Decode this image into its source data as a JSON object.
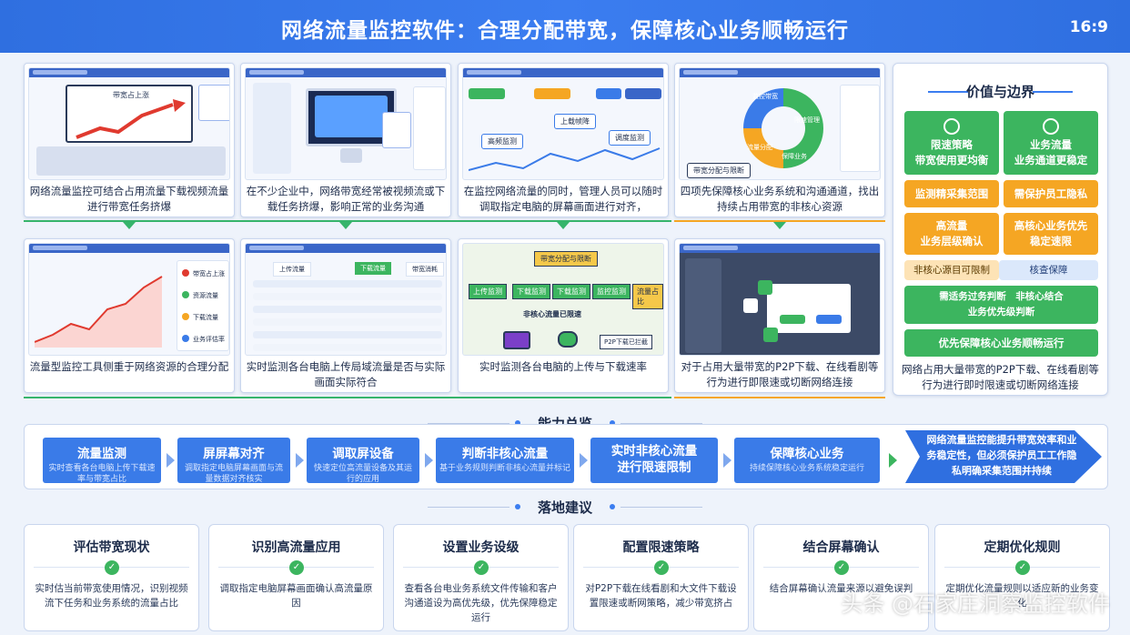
{
  "header": {
    "title": "网络流量监控软件：合理分配带宽，保障核心业务顺畅运行",
    "ratio": "16:9"
  },
  "panels_row1": [
    {
      "caption": "网络流量监控可结合占用流量下载视频流量进行带宽任务挤爆"
    },
    {
      "caption": "在不少企业中，网络带宽经常被视频流或下载任务挤爆，影响正常的业务沟通"
    },
    {
      "caption": "在监控网络流量的同时，管理人员可以随时调取指定电脑的屏幕画面进行对齐，"
    },
    {
      "caption": "四项先保障核心业务系统和沟通通道，找出持续占用带宽的非核心资源"
    }
  ],
  "panels_row1_labels": {
    "p1_screen": "带宽占上涨",
    "p3_tag1": "上载帧降",
    "p3_tag2": "高频监测",
    "p3_tag3": "调度监测",
    "p4_center": "带宽分配与限断",
    "p4_seg1": "监控带宽",
    "p4_seg2": "限速管理",
    "p4_seg3": "保障业务",
    "p4_seg4": "流量分配"
  },
  "panels_row2": [
    {
      "caption": "流量型监控工具侧重于网络资源的合理分配"
    },
    {
      "caption": "实时监测各台电脑上传局域流量是否与实际画面实际符合"
    },
    {
      "caption": "实时监测各台电脑的上传与下载速率"
    },
    {
      "caption": "对于占用大量带宽的P2P下载、在线看剧等行为进行即限速或切断网络连接"
    }
  ],
  "panels_row2_labels": {
    "p5_legend": [
      "带宽占上涨",
      "资源流量",
      "下载流量",
      "业务评估率"
    ],
    "p6_tabs": [
      "上传流量",
      "下载流量",
      "带宽消耗"
    ],
    "p7_top": "带宽分配与限断",
    "p7_boxes": [
      "上传监测",
      "下载监测",
      "下载监测",
      "监控监测",
      "流量占比"
    ],
    "p7_mid": "非核心流量已限速",
    "p7_p2p": "P2P下载已拦截"
  },
  "value_panel": {
    "title": "价值与边界",
    "tiles": [
      {
        "label": "限速策略\n带宽使用更均衡"
      },
      {
        "label": "业务流量\n业务通道更稳定"
      },
      {
        "label": "监测精采集范围"
      },
      {
        "label": "需保护员工隐私"
      },
      {
        "label": "高流量\n业务层级确认"
      },
      {
        "label": "高核心业务优先\n稳定速限"
      },
      {
        "label": "非核心源目可限制"
      },
      {
        "label": "核查保障"
      },
      {
        "label": "需适务过务判断　非核心结合\n业务优先级判断"
      },
      {
        "label": "优先保障核心业务顺畅运行"
      }
    ],
    "caption": "网络占用大量带宽的P2P下载、在线看剧等行为进行即时限速或切断网络连接"
  },
  "capability": {
    "heading": "能力总览",
    "steps": [
      {
        "title": "流量监测",
        "desc": "实时查看各台电脑上传下载速率与带宽占比"
      },
      {
        "title": "屏屏幕对齐",
        "desc": "调取指定电脑屏幕画面与流量数据对齐核实"
      },
      {
        "title": "调取屏设备",
        "desc": "快速定位高流量设备及其运行的应用"
      },
      {
        "title": "判断非核心流量",
        "desc": "基于业务规则判断非核心流量并标记"
      },
      {
        "title": "实时非核心流量\n进行限速限制",
        "desc": ""
      },
      {
        "title": "保障核心业务",
        "desc": "持续保障核心业务系统稳定运行"
      }
    ],
    "final": "网络流量监控能提升带宽效率和业务稳定性，但必须保护员工工作隐私明确采集范围并持续"
  },
  "recommendations": {
    "heading": "落地建议",
    "items": [
      {
        "title": "评估带宽现状",
        "desc": "实时估当前带宽使用情况，识别视频流下任务和业务系统的流量占比"
      },
      {
        "title": "识别高流量应用",
        "desc": "调取指定电脑屏幕画面确认高流量原因"
      },
      {
        "title": "设置业务设级",
        "desc": "查看各台电业务系统文件传输和客户沟通道设为高优先级，优先保障稳定运行"
      },
      {
        "title": "配置限速策略",
        "desc": "对P2P下载在线看剧和大文件下载设置限速或断网策略，减少带宽挤占"
      },
      {
        "title": "结合屏幕确认",
        "desc": "结合屏幕确认流量来源以避免误判"
      },
      {
        "title": "定期优化规则",
        "desc": "定期优化流量规则以适应新的业务变化"
      }
    ]
  },
  "watermark": "头条 @石家庄洞察监控软件",
  "colors": {
    "header": "#2f6fe0",
    "green": "#3cb55f",
    "orange": "#f5a623",
    "step_blue": "#3a7be8"
  }
}
